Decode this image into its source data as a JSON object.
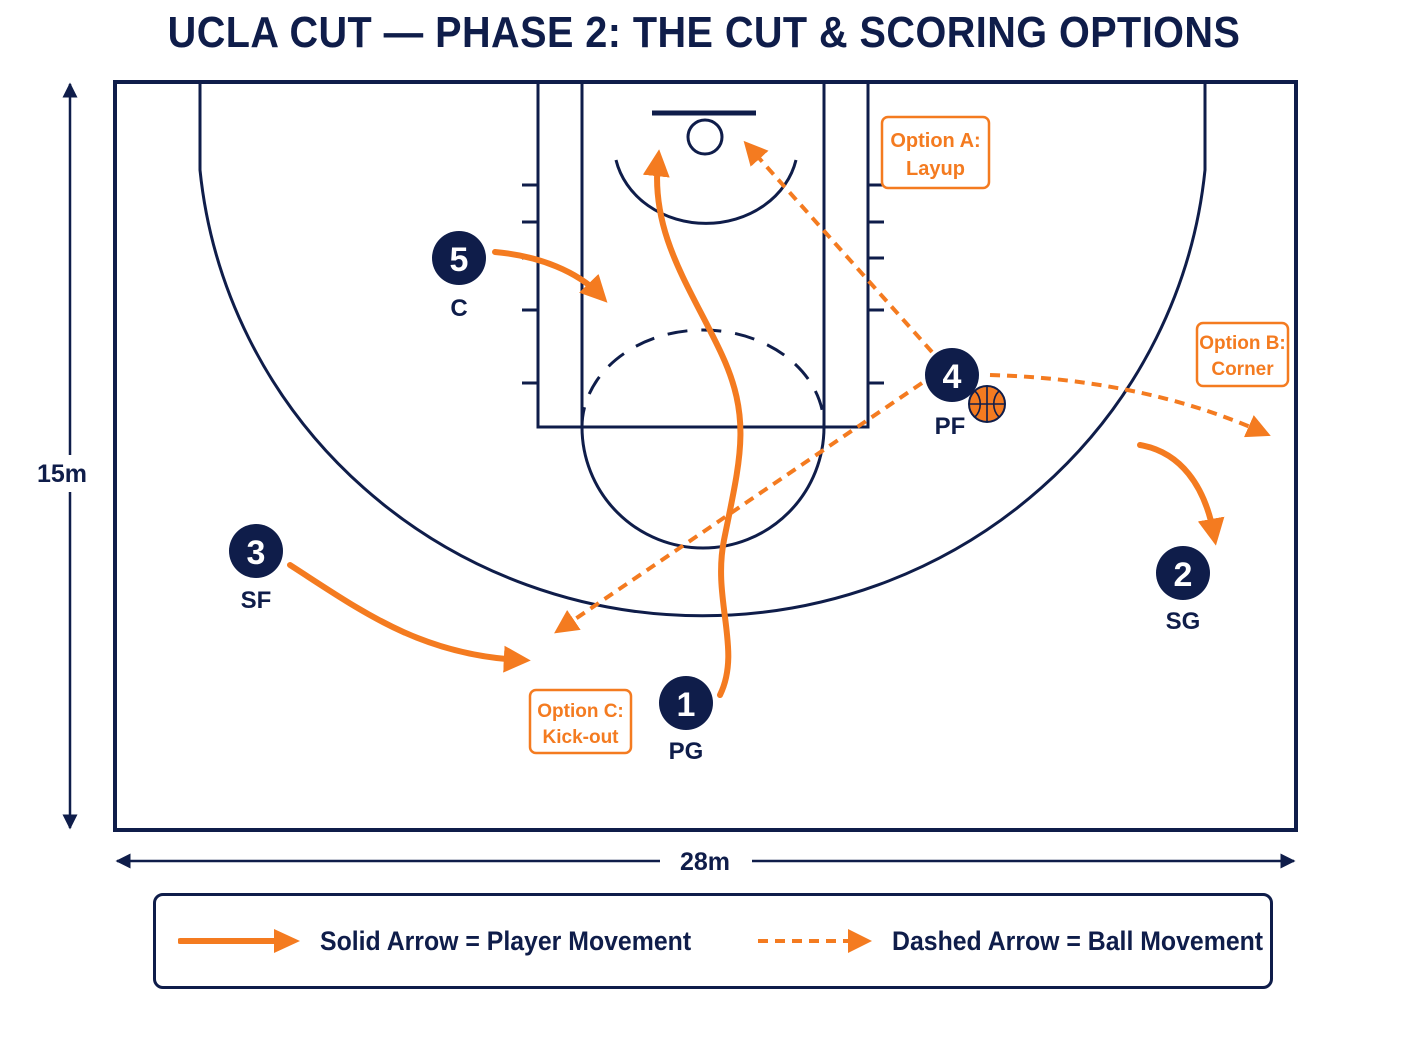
{
  "title": "UCLA CUT — PHASE 2: THE CUT & SCORING OPTIONS",
  "dimensions": {
    "length": "28m",
    "width": "15m"
  },
  "colors": {
    "navy": "#0f1d4a",
    "orange": "#f47b20"
  },
  "players": [
    {
      "number": "1",
      "position": "PG"
    },
    {
      "number": "2",
      "position": "SG"
    },
    {
      "number": "3",
      "position": "SF"
    },
    {
      "number": "4",
      "position": "PF"
    },
    {
      "number": "5",
      "position": "C"
    }
  ],
  "options": [
    {
      "line1": "Option A:",
      "line2": "Layup"
    },
    {
      "line1": "Option B:",
      "line2": "Corner"
    },
    {
      "line1": "Option C:",
      "line2": "Kick-out"
    }
  ],
  "legend": {
    "solid": "Solid Arrow = Player Movement",
    "dashed": "Dashed Arrow = Ball Movement"
  },
  "ball_holder": "PF"
}
